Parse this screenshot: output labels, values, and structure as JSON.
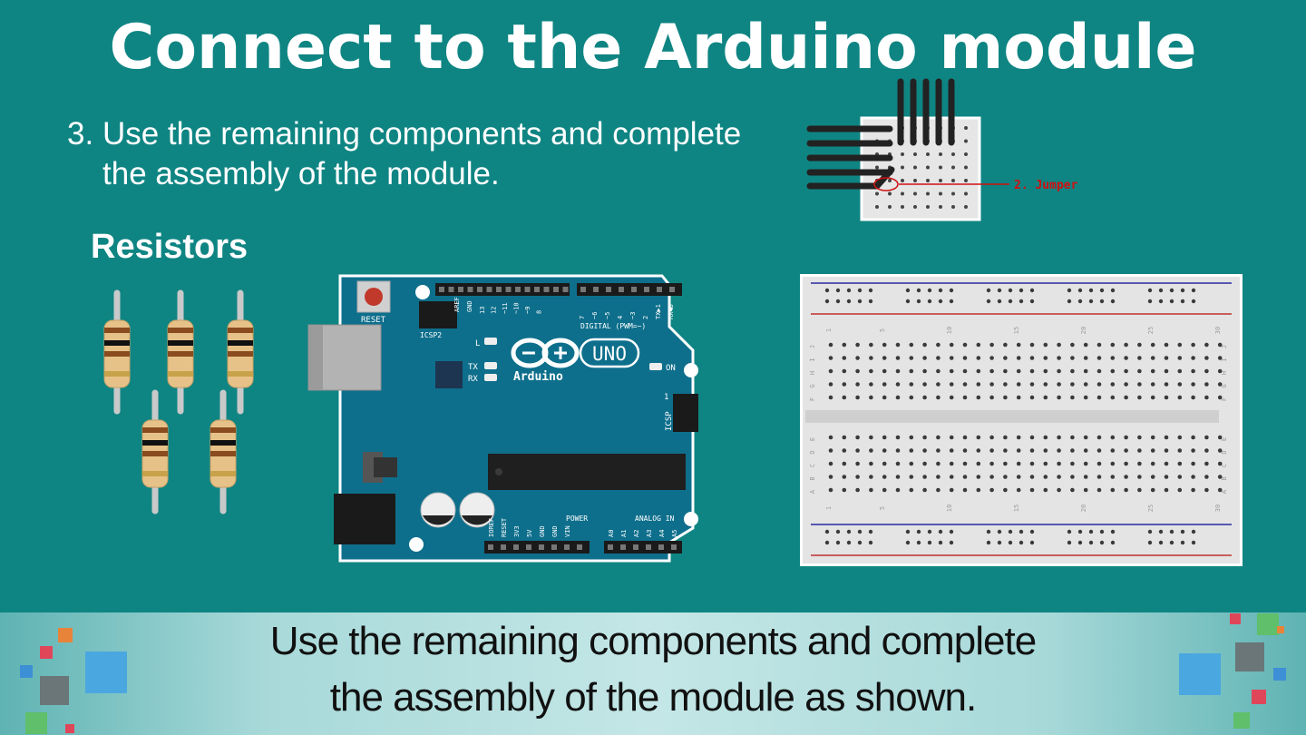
{
  "title": "Connect to the Arduino module",
  "step": {
    "number": "3.",
    "line1": "Use the remaining components and complete",
    "line2": "the assembly of the module."
  },
  "resistors_label": "Resistors",
  "jumper_label": "2. Jumper",
  "arduino": {
    "reset": "RESET",
    "icsp2": "ICSP2",
    "aref": "AREF",
    "gnd": "GND",
    "digital_pins": [
      "13",
      "12",
      "~11",
      "~10",
      "~9",
      "8",
      "7",
      "~6",
      "~5",
      "4",
      "~3",
      "2",
      "TX▶1",
      "RX◀0"
    ],
    "digital": "DIGITAL (PWM=~)",
    "led_l": "L",
    "tx": "TX",
    "rx": "RX",
    "uno": "UNO",
    "brand": "Arduino",
    "on": "ON",
    "icsp": "ICSP",
    "icsp_one": "1",
    "power": "POWER",
    "power_pins": [
      "IOREF",
      "RESET",
      "3V3",
      "5V",
      "GND",
      "GND",
      "VIN"
    ],
    "analog": "ANALOG IN",
    "analog_pins": [
      "A0",
      "A1",
      "A2",
      "A3",
      "A4",
      "A5"
    ]
  },
  "breadboard": {
    "col_numbers": [
      "1",
      "5",
      "10",
      "15",
      "20",
      "25",
      "30"
    ],
    "rows_top": [
      "J",
      "I",
      "H",
      "G",
      "F"
    ],
    "rows_bottom": [
      "E",
      "D",
      "C",
      "B",
      "A"
    ]
  },
  "caption": {
    "line1": "Use the remaining components and complete",
    "line2": "the assembly of the module as shown."
  },
  "colors": {
    "background": "#0f8583",
    "board": "#0e6f8c",
    "jumper_red": "#d01010"
  }
}
